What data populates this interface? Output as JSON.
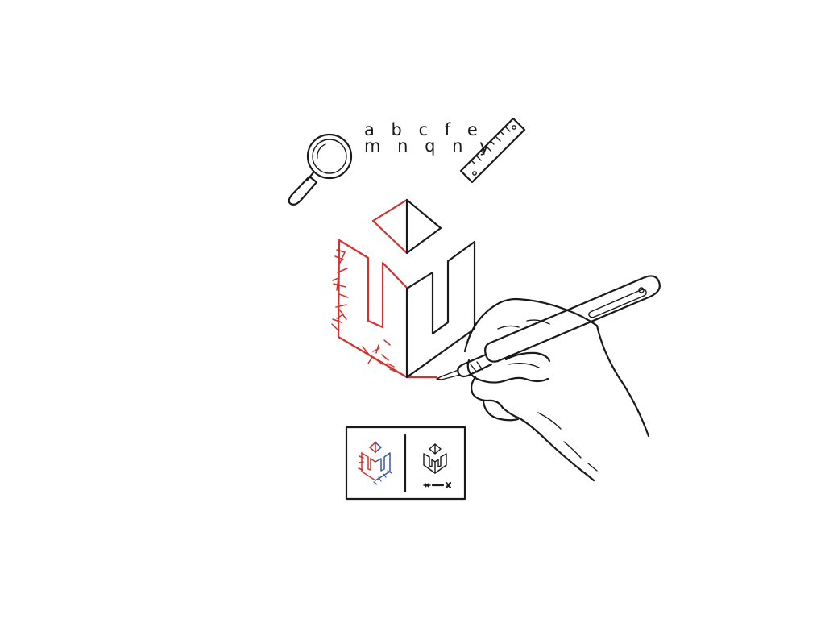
{
  "illustration": {
    "specimen_letters": {
      "row_1": "a b c f e",
      "row_2": "m n q n y"
    },
    "icons": [
      "magnifying-glass-icon",
      "ruler-icon",
      "logo-mark",
      "hand-holding-pen",
      "logo-variant-color",
      "logo-variant-mono"
    ],
    "colors": {
      "ink": "#1a1a1a",
      "accent_red": "#d1322e",
      "accent_blue": "#3a5a9a",
      "background": "#ffffff"
    }
  }
}
